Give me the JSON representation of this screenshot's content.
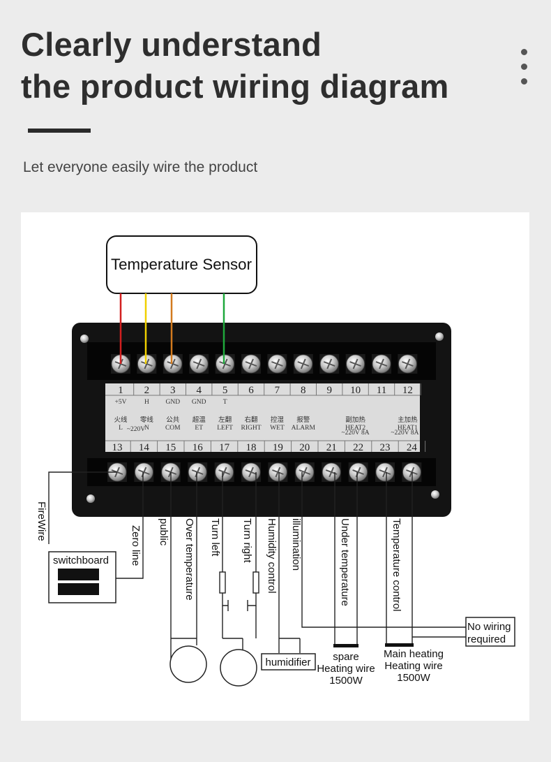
{
  "header": {
    "title_line1": "Clearly understand",
    "title_line2": "the product wiring diagram",
    "subtitle": "Let everyone easily wire the product"
  },
  "diagram": {
    "sensor_label": "Temperature Sensor",
    "top_terminals": [
      {
        "num": "1",
        "line1": "+5V",
        "line2": "火线",
        "line3": "L"
      },
      {
        "num": "2",
        "line1": "H",
        "line2": "零线",
        "line3": "N"
      },
      {
        "num": "3",
        "line1": "GND",
        "line2": "公共",
        "line3": "COM"
      },
      {
        "num": "4",
        "line1": "GND",
        "line2": "超温",
        "line3": "ET"
      },
      {
        "num": "5",
        "line1": "T",
        "line2": "左翻",
        "line3": "LEFT"
      },
      {
        "num": "6",
        "line1": "",
        "line2": "右翻",
        "line3": "RIGHT"
      },
      {
        "num": "7",
        "line1": "",
        "line2": "控湿",
        "line3": "WET"
      },
      {
        "num": "8",
        "line1": "",
        "line2": "报警",
        "line3": "ALARM"
      },
      {
        "num": "9",
        "line1": "",
        "line2": "",
        "line3": ""
      },
      {
        "num": "10",
        "line1": "",
        "line2": "副加热",
        "line3": "HEAT2"
      },
      {
        "num": "11",
        "line1": "",
        "line2": "",
        "line3": ""
      },
      {
        "num": "12",
        "line1": "",
        "line2": "主加热",
        "line3": "HEAT1"
      }
    ],
    "bottom_numbers": [
      "13",
      "14",
      "15",
      "16",
      "17",
      "18",
      "19",
      "20",
      "21",
      "22",
      "23",
      "24"
    ],
    "small_notes": {
      "l_note": "~220V",
      "heat2_note": "~220V 8A",
      "heat1_note": "~220V 8A"
    },
    "wire_labels": {
      "firewire": "FireWire",
      "zero_line": "Zero line",
      "public": "public",
      "over_temperature": "Over temperature",
      "turn_left": "Turn left",
      "turn_right": "Turn right",
      "humidity_control": "Humidity control",
      "illumination": "illumination",
      "under_temperature": "Under temperature",
      "temperature_control": "Temperature control"
    },
    "switchboard_label": "switchboard",
    "humidifier_label": "humidifier",
    "no_wiring_line1": "No wiring",
    "no_wiring_line2": "required",
    "spare_heater": {
      "line1": "spare",
      "line2": "Heating wire",
      "line3": "1500W"
    },
    "main_heater": {
      "line1": "Main heating",
      "line2": "Heating wire",
      "line3": "1500W"
    }
  },
  "colors": {
    "accent": "#2a2a2a",
    "wire_red": "#d11f1f",
    "wire_yellow": "#f0d000",
    "wire_orange": "#d27a1e",
    "wire_green": "#1fa83c"
  },
  "icons": {
    "menu": "kebab-menu-icon"
  }
}
